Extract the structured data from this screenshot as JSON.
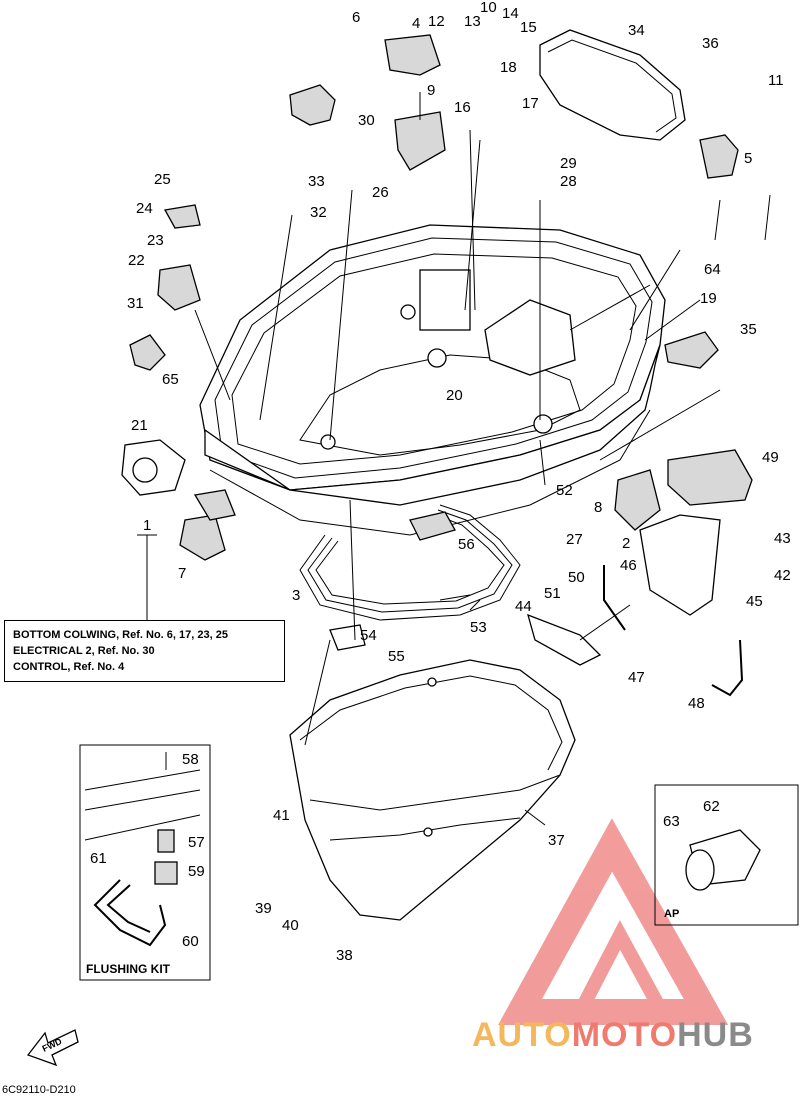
{
  "diagram": {
    "code": "6C92110-D210",
    "fwd_label": "FWD",
    "inset_flushing": "FLUSHING KIT",
    "inset_ap": "AP",
    "notes": [
      "BOTTOM COLWING, Ref. No. 6, 17, 23, 25",
      "ELECTRICAL 2, Ref. No. 30",
      "CONTROL, Ref. No. 4"
    ],
    "watermark": {
      "part1": "AUTO",
      "part2": "MOTO",
      "part3": "HUB"
    },
    "ref_numbers": [
      "1",
      "2",
      "3",
      "4",
      "5",
      "6",
      "7",
      "8",
      "9",
      "10",
      "11",
      "12",
      "13",
      "14",
      "15",
      "16",
      "17",
      "18",
      "19",
      "20",
      "21",
      "22",
      "23",
      "24",
      "25",
      "26",
      "27",
      "28",
      "29",
      "30",
      "31",
      "32",
      "33",
      "34",
      "35",
      "36",
      "37",
      "38",
      "39",
      "40",
      "41",
      "42",
      "43",
      "44",
      "45",
      "46",
      "47",
      "48",
      "49",
      "50",
      "51",
      "52",
      "53",
      "54",
      "55",
      "56",
      "57",
      "58",
      "59",
      "60",
      "61",
      "62",
      "63",
      "64",
      "65"
    ]
  },
  "colors": {
    "line": "#000000",
    "watermark_red": "#e84b4b",
    "watermark_orange": "#f5b75d",
    "watermark_gray": "#8a8a8a"
  }
}
